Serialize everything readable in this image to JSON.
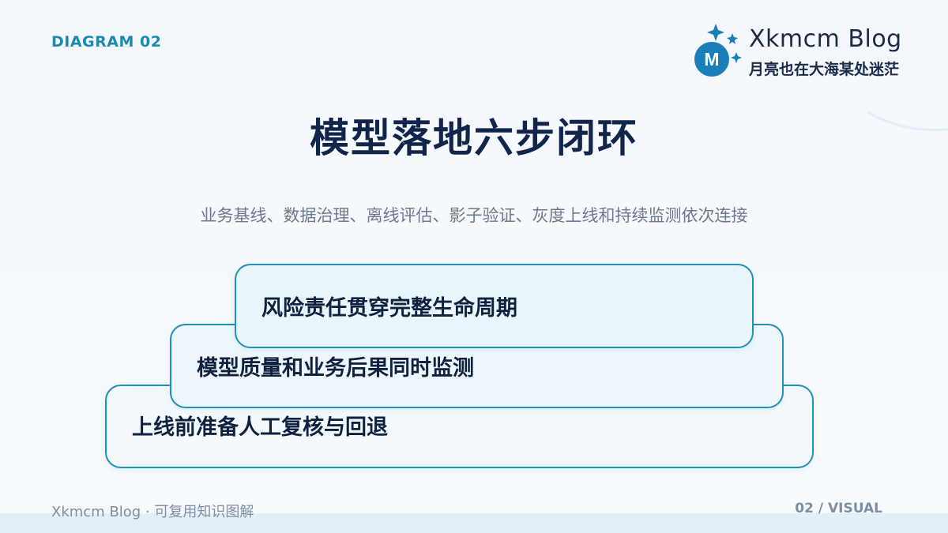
{
  "header": {
    "diagram_label": "DIAGRAM 02"
  },
  "brand": {
    "logo_letter": "M",
    "name": "Xkmcm  Blog",
    "tagline": "月亮也在大海某处迷茫",
    "logo_color": "#1a7fb8"
  },
  "title": "模型落地六步闭环",
  "subtitle": "业务基线、数据治理、离线评估、影子验证、灰度上线和持续监测依次连接",
  "steps": [
    {
      "label": "上线前准备人工复核与回退"
    },
    {
      "label": "模型质量和业务后果同时监测"
    },
    {
      "label": "风险责任贯穿完整生命周期"
    }
  ],
  "footer": {
    "left": "Xkmcm Blog · 可复用知识图解",
    "right": "02 / VISUAL"
  },
  "colors": {
    "accent": "#1f93b3",
    "title": "#11244a",
    "muted": "#7d8ea3"
  }
}
